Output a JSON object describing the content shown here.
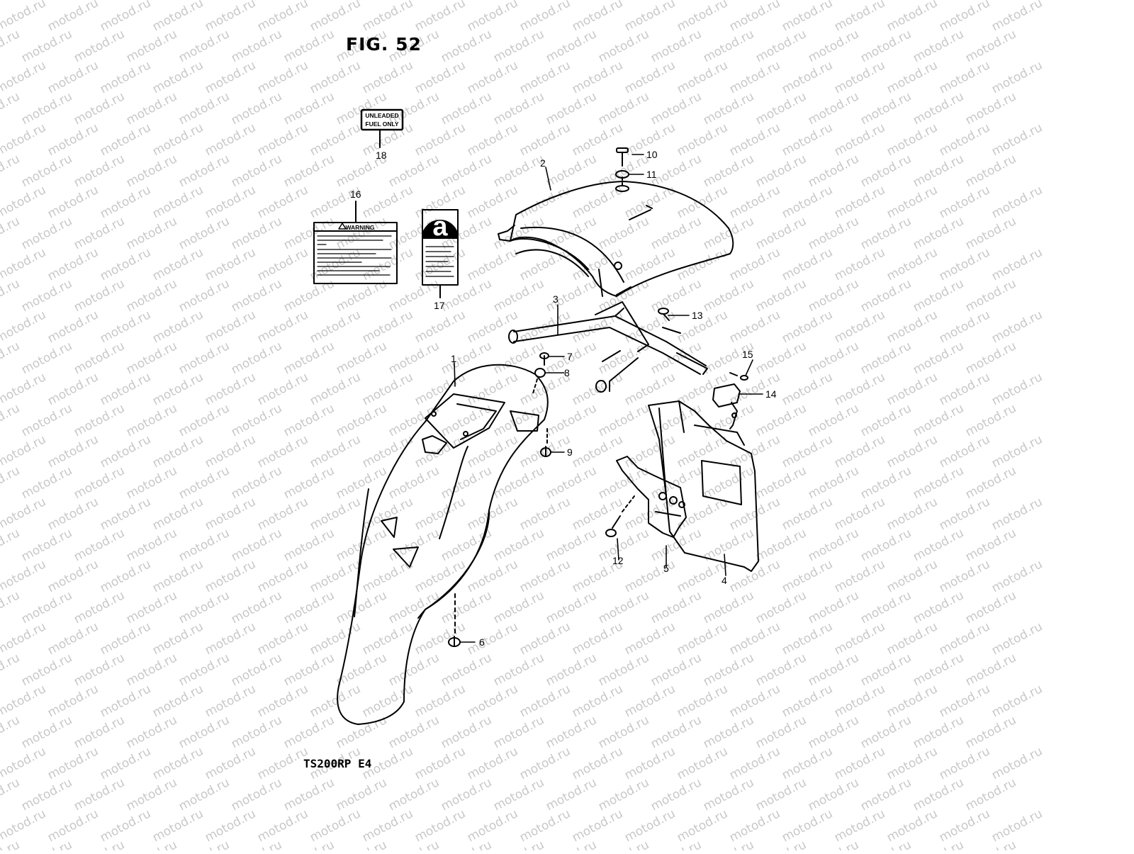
{
  "figure": {
    "title": "FIG. 52",
    "model": "TS200RP  E4"
  },
  "watermark": {
    "text": "motod.ru",
    "color": "#c8c8c8"
  },
  "labels": {
    "unleaded_line1": "UNLEADED",
    "unleaded_line2": "FUEL ONLY",
    "warning_title": "WARNING",
    "info_letter": "a"
  },
  "callouts": [
    {
      "num": "1"
    },
    {
      "num": "2"
    },
    {
      "num": "3"
    },
    {
      "num": "4"
    },
    {
      "num": "5"
    },
    {
      "num": "6"
    },
    {
      "num": "7"
    },
    {
      "num": "8"
    },
    {
      "num": "9"
    },
    {
      "num": "10"
    },
    {
      "num": "11"
    },
    {
      "num": "12"
    },
    {
      "num": "13"
    },
    {
      "num": "14"
    },
    {
      "num": "15"
    },
    {
      "num": "16"
    },
    {
      "num": "17"
    },
    {
      "num": "18"
    }
  ]
}
